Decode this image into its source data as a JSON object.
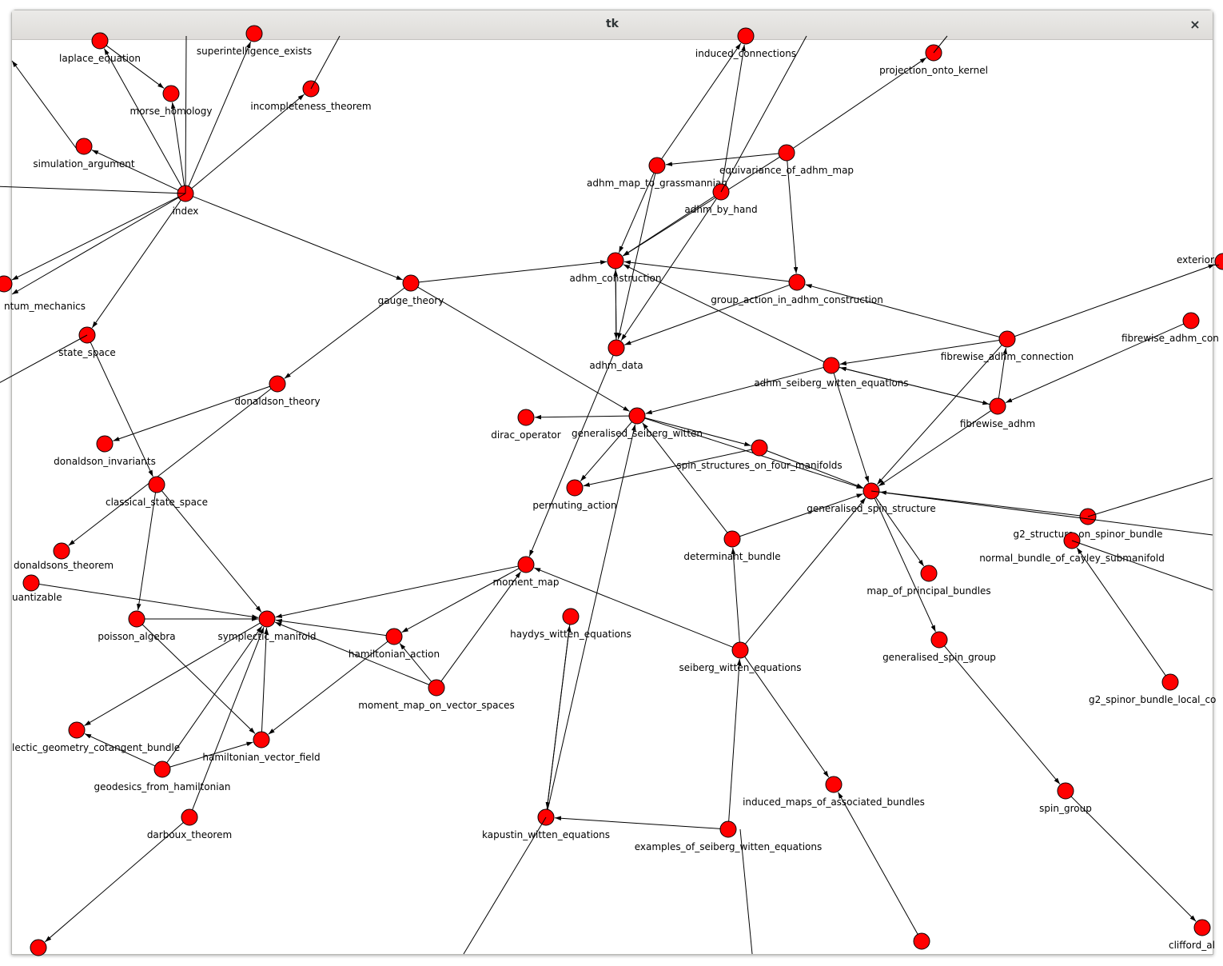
{
  "window": {
    "title": "tk",
    "close_glyph": "×"
  },
  "graph": {
    "node_color": "#ff0000",
    "edge_color": "#000000",
    "nodes": [
      {
        "id": "laplace_equation",
        "label": "laplace_equation"
      },
      {
        "id": "morse_homology",
        "label": "morse_homology"
      },
      {
        "id": "superintelligence_exists",
        "label": "superintelligence_exists"
      },
      {
        "id": "incompleteness_theorem",
        "label": "incompleteness_theorem"
      },
      {
        "id": "simulation_argument",
        "label": "simulation_argument"
      },
      {
        "id": "index",
        "label": "index"
      },
      {
        "id": "quantum_mechanics",
        "label": "ntum_mechanics"
      },
      {
        "id": "state_space",
        "label": "state_space"
      },
      {
        "id": "gauge_theory",
        "label": "gauge_theory"
      },
      {
        "id": "donaldson_theory",
        "label": "donaldson_theory"
      },
      {
        "id": "donaldson_invariants",
        "label": "donaldson_invariants"
      },
      {
        "id": "classical_state_space",
        "label": "classical_state_space"
      },
      {
        "id": "donaldsons_theorem",
        "label": "donaldsons_theorem"
      },
      {
        "id": "quantizable",
        "label": "uantizable"
      },
      {
        "id": "poisson_algebra",
        "label": "poisson_algebra"
      },
      {
        "id": "symplectic_manifold",
        "label": "symplectic_manifold"
      },
      {
        "id": "hamiltonian_action",
        "label": "hamiltonian_action"
      },
      {
        "id": "moment_map",
        "label": "moment_map"
      },
      {
        "id": "moment_map_on_vector_spaces",
        "label": "moment_map_on_vector_spaces"
      },
      {
        "id": "symplectic_geometry_cotangent_bundle",
        "label": "lectic_geometry_cotangent_bundle"
      },
      {
        "id": "hamiltonian_vector_field",
        "label": "hamiltonian_vector_field"
      },
      {
        "id": "geodesics_from_hamiltonian",
        "label": "geodesics_from_hamiltonian"
      },
      {
        "id": "darboux_theorem",
        "label": "darboux_theorem"
      },
      {
        "id": "bottom_left",
        "label": ""
      },
      {
        "id": "induced_connections",
        "label": "induced_connections"
      },
      {
        "id": "projection_onto_kernel",
        "label": "projection_onto_kernel"
      },
      {
        "id": "equivariance_of_adhm_map",
        "label": "equivariance_of_adhm_map"
      },
      {
        "id": "adhm_map_to_grassmannian",
        "label": "adhm_map_to_grassmannian"
      },
      {
        "id": "adhm_by_hand",
        "label": "adhm_by_hand"
      },
      {
        "id": "adhm_construction",
        "label": "adhm_construction"
      },
      {
        "id": "group_action_in_adhm_construction",
        "label": "group_action_in_adhm_construction"
      },
      {
        "id": "adhm_data",
        "label": "adhm_data"
      },
      {
        "id": "exterior",
        "label": "exterior_"
      },
      {
        "id": "fibrewise_adhm_connection",
        "label": "fibrewise_adhm_connection"
      },
      {
        "id": "fibrewise_adhm_con",
        "label": "fibrewise_adhm_con"
      },
      {
        "id": "adhm_seiberg_witten_equations",
        "label": "adhm_seiberg_witten_equations"
      },
      {
        "id": "fibrewise_adhm",
        "label": "fibrewise_adhm"
      },
      {
        "id": "dirac_operator",
        "label": "dirac_operator"
      },
      {
        "id": "generalised_seiberg_witten",
        "label": "generalised_seiberg_witten"
      },
      {
        "id": "spin_structures_on_four_manifolds",
        "label": "spin_structures_on_four_manifolds"
      },
      {
        "id": "permuting_action",
        "label": "permuting_action"
      },
      {
        "id": "generalised_spin_structure",
        "label": "generalised_spin_structure"
      },
      {
        "id": "determinant_bundle",
        "label": "determinant_bundle"
      },
      {
        "id": "g2_structure_on_spinor_bundle",
        "label": "g2_structure_on_spinor_bundle"
      },
      {
        "id": "normal_bundle_of_cayley_submanifold",
        "label": "normal_bundle_of_cayley_submanifold"
      },
      {
        "id": "map_of_principal_bundles",
        "label": "map_of_principal_bundles"
      },
      {
        "id": "haydys_witten_equations",
        "label": "haydys_witten_equations"
      },
      {
        "id": "seiberg_witten_equations",
        "label": "seiberg_witten_equations"
      },
      {
        "id": "generalised_spin_group",
        "label": "generalised_spin_group"
      },
      {
        "id": "g2_spinor_bundle_local_co",
        "label": "g2_spinor_bundle_local_co"
      },
      {
        "id": "induced_maps_of_associated_bundles",
        "label": "induced_maps_of_associated_bundles"
      },
      {
        "id": "spin_group",
        "label": "spin_group"
      },
      {
        "id": "kapustin_witten_equations",
        "label": "kapustin_witten_equations"
      },
      {
        "id": "examples_of_seiberg_witten_equations",
        "label": "examples_of_seiberg_witten_equations"
      },
      {
        "id": "clifford_al",
        "label": "clifford_al"
      },
      {
        "id": "bottom_right",
        "label": ""
      }
    ],
    "edges": [
      [
        "index",
        "laplace_equation"
      ],
      [
        "index",
        "morse_homology"
      ],
      [
        "laplace_equation",
        "morse_homology"
      ],
      [
        "index",
        "superintelligence_exists"
      ],
      [
        "index",
        "incompleteness_theorem"
      ],
      [
        "index",
        "simulation_argument"
      ],
      [
        "index",
        "quantum_mechanics"
      ],
      [
        "index",
        "state_space"
      ],
      [
        "index",
        "gauge_theory"
      ],
      [
        "state_space",
        "classical_state_space"
      ],
      [
        "gauge_theory",
        "adhm_construction"
      ],
      [
        "gauge_theory",
        "donaldson_theory"
      ],
      [
        "gauge_theory",
        "generalised_seiberg_witten"
      ],
      [
        "donaldson_theory",
        "donaldson_invariants"
      ],
      [
        "donaldson_theory",
        "donaldsons_theorem"
      ],
      [
        "classical_state_space",
        "poisson_algebra"
      ],
      [
        "classical_state_space",
        "symplectic_manifold"
      ],
      [
        "quantizable",
        "symplectic_manifold"
      ],
      [
        "poisson_algebra",
        "symplectic_manifold"
      ],
      [
        "poisson_algebra",
        "hamiltonian_vector_field"
      ],
      [
        "hamiltonian_action",
        "symplectic_manifold"
      ],
      [
        "moment_map",
        "symplectic_manifold"
      ],
      [
        "moment_map",
        "hamiltonian_action"
      ],
      [
        "moment_map_on_vector_spaces",
        "moment_map"
      ],
      [
        "moment_map_on_vector_spaces",
        "hamiltonian_action"
      ],
      [
        "moment_map_on_vector_spaces",
        "symplectic_manifold"
      ],
      [
        "hamiltonian_action",
        "hamiltonian_vector_field"
      ],
      [
        "symplectic_manifold",
        "symplectic_geometry_cotangent_bundle"
      ],
      [
        "geodesics_from_hamiltonian",
        "symplectic_geometry_cotangent_bundle"
      ],
      [
        "geodesics_from_hamiltonian",
        "symplectic_manifold"
      ],
      [
        "geodesics_from_hamiltonian",
        "hamiltonian_vector_field"
      ],
      [
        "hamiltonian_vector_field",
        "symplectic_manifold"
      ],
      [
        "darboux_theorem",
        "symplectic_manifold"
      ],
      [
        "darboux_theorem",
        "bottom_left"
      ],
      [
        "adhm_map_to_grassmannian",
        "induced_connections"
      ],
      [
        "adhm_by_hand",
        "induced_connections"
      ],
      [
        "equivariance_of_adhm_map",
        "projection_onto_kernel"
      ],
      [
        "equivariance_of_adhm_map",
        "adhm_map_to_grassmannian"
      ],
      [
        "equivariance_of_adhm_map",
        "group_action_in_adhm_construction"
      ],
      [
        "equivariance_of_adhm_map",
        "adhm_construction"
      ],
      [
        "adhm_map_to_grassmannian",
        "adhm_construction"
      ],
      [
        "adhm_map_to_grassmannian",
        "adhm_data"
      ],
      [
        "adhm_by_hand",
        "adhm_construction"
      ],
      [
        "adhm_by_hand",
        "adhm_data"
      ],
      [
        "adhm_construction",
        "adhm_data"
      ],
      [
        "adhm_data",
        "adhm_construction"
      ],
      [
        "group_action_in_adhm_construction",
        "adhm_construction"
      ],
      [
        "group_action_in_adhm_construction",
        "adhm_data"
      ],
      [
        "fibrewise_adhm_connection",
        "group_action_in_adhm_construction"
      ],
      [
        "fibrewise_adhm_connection",
        "adhm_seiberg_witten_equations"
      ],
      [
        "fibrewise_adhm_connection",
        "exterior"
      ],
      [
        "fibrewise_adhm",
        "fibrewise_adhm_connection"
      ],
      [
        "fibrewise_adhm_con",
        "fibrewise_adhm"
      ],
      [
        "fibrewise_adhm",
        "adhm_seiberg_witten_equations"
      ],
      [
        "adhm_seiberg_witten_equations",
        "fibrewise_adhm"
      ],
      [
        "adhm_seiberg_witten_equations",
        "adhm_construction"
      ],
      [
        "adhm_seiberg_witten_equations",
        "generalised_seiberg_witten"
      ],
      [
        "adhm_seiberg_witten_equations",
        "generalised_spin_structure"
      ],
      [
        "fibrewise_adhm",
        "generalised_spin_structure"
      ],
      [
        "fibrewise_adhm_connection",
        "generalised_spin_structure"
      ],
      [
        "generalised_seiberg_witten",
        "dirac_operator"
      ],
      [
        "generalised_seiberg_witten",
        "permuting_action"
      ],
      [
        "generalised_seiberg_witten",
        "spin_structures_on_four_manifolds"
      ],
      [
        "generalised_seiberg_witten",
        "generalised_spin_structure"
      ],
      [
        "spin_structures_on_four_manifolds",
        "permuting_action"
      ],
      [
        "spin_structures_on_four_manifolds",
        "generalised_spin_structure"
      ],
      [
        "determinant_bundle",
        "generalised_seiberg_witten"
      ],
      [
        "determinant_bundle",
        "generalised_spin_structure"
      ],
      [
        "g2_structure_on_spinor_bundle",
        "generalised_spin_structure"
      ],
      [
        "generalised_spin_structure",
        "map_of_principal_bundles"
      ],
      [
        "generalised_spin_structure",
        "generalised_spin_group"
      ],
      [
        "seiberg_witten_equations",
        "generalised_spin_structure"
      ],
      [
        "seiberg_witten_equations",
        "determinant_bundle"
      ],
      [
        "seiberg_witten_equations",
        "moment_map"
      ],
      [
        "seiberg_witten_equations",
        "induced_maps_of_associated_bundles"
      ],
      [
        "adhm_data",
        "moment_map"
      ],
      [
        "haydys_witten_equations",
        "kapustin_witten_equations"
      ],
      [
        "kapustin_witten_equations",
        "haydys_witten_equations"
      ],
      [
        "kapustin_witten_equations",
        "generalised_seiberg_witten"
      ],
      [
        "examples_of_seiberg_witten_equations",
        "kapustin_witten_equations"
      ],
      [
        "examples_of_seiberg_witten_equations",
        "seiberg_witten_equations"
      ],
      [
        "generalised_spin_group",
        "spin_group"
      ],
      [
        "spin_group",
        "clifford_al"
      ],
      [
        "g2_spinor_bundle_local_co",
        "normal_bundle_of_cayley_submanifold"
      ],
      [
        "bottom_right",
        "induced_maps_of_associated_bundles"
      ]
    ]
  }
}
